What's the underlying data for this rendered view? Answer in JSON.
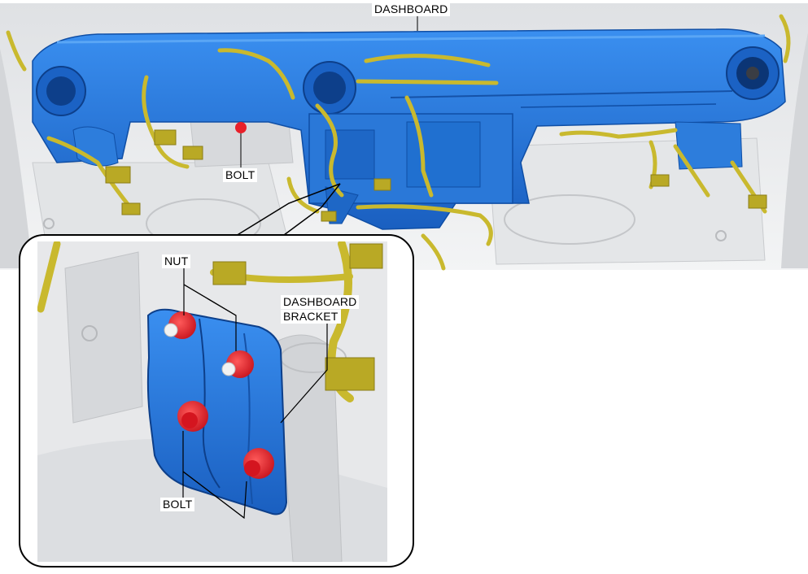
{
  "labels": {
    "dashboard": "DASHBOARD",
    "bolt_top": "BOLT",
    "nut": "NUT",
    "dashboard_bracket_line1": "DASHBOARD",
    "dashboard_bracket_line2": "BRACKET",
    "bolt_detail": "BOLT"
  },
  "colors": {
    "dashboard_blue": "#1e73d6",
    "harness_yellow": "#c9b92e",
    "fastener_red": "#e8202a",
    "body_gray": "#e9eaec"
  }
}
